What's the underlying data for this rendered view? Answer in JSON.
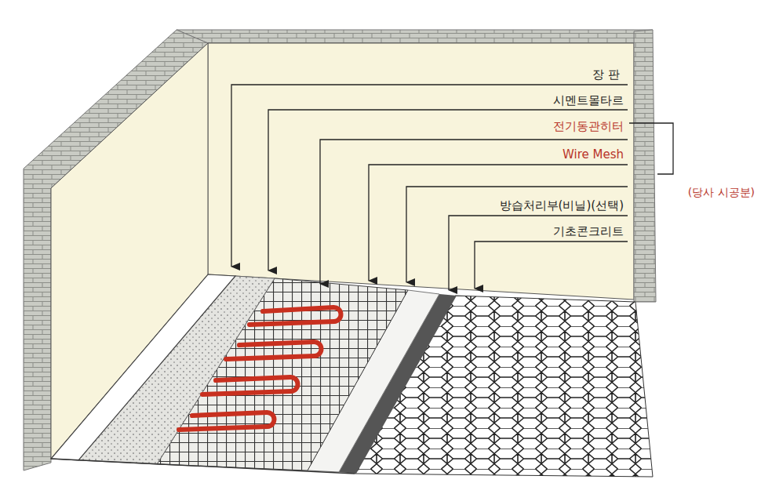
{
  "diagram": {
    "labels": [
      "장 판",
      "시멘트몰타르",
      "전기동관히터",
      "Wire Mesh",
      "방습처리부(비닐)(선택)",
      "기초콘크리트",
      "(당사 시공분)"
    ]
  }
}
